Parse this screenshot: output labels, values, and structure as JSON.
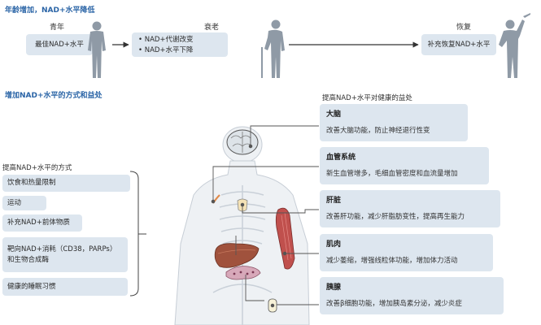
{
  "aging": {
    "title": "年龄增加，NAD+水平降低",
    "stages": [
      {
        "label": "青年",
        "box": "最佳NAD+水平"
      },
      {
        "label": "衰老",
        "items": [
          "NAD+代谢改变",
          "NAD+水平下降"
        ]
      },
      {
        "label": "恢复",
        "box": "补充恢复NAD+水平"
      }
    ]
  },
  "ways": {
    "title": "增加NAD+水平的方式和益处",
    "methods_label": "提高NAD+水平的方式",
    "methods": [
      "饮食和热量限制",
      "运动",
      "补充NAD+前体物质",
      "靶向NAD+消耗（CD38，PARPs）\n和生物合成酶",
      "健康的睡眠习惯"
    ]
  },
  "benefits": {
    "label": "提高NAD+水平对健康的益处",
    "items": [
      {
        "title": "大脑",
        "desc": "改善大脑功能，防止神经退行性变"
      },
      {
        "title": "血管系统",
        "desc": "新生血管增多，毛细血管密度和血流量增加"
      },
      {
        "title": "肝脏",
        "desc": "改善肝功能，减少肝脂肪变性，提高再生能力"
      },
      {
        "title": "肌肉",
        "desc": "减少萎缩，增强线粒体功能，增加体力活动"
      },
      {
        "title": "胰腺",
        "desc": "改善β细胞功能，增加胰岛素分泌，减少炎症"
      }
    ]
  },
  "colors": {
    "title_blue": "#2a64a6",
    "box_fill": "#dde6ef",
    "figure_gray": "#8f9aa6",
    "muscle_red": "#c0504d",
    "liver_brown": "#a0523d",
    "vessel_orange": "#e08a4a"
  },
  "icons": {
    "young": "standing-person-icon",
    "old": "elderly-with-cane-icon",
    "recovered": "cheering-elder-icon",
    "brain": "brain-icon",
    "muscle": "muscle-icon",
    "liver": "liver-icon",
    "pancreas": "pancreas-icon",
    "body": "body-silhouette-icon"
  }
}
